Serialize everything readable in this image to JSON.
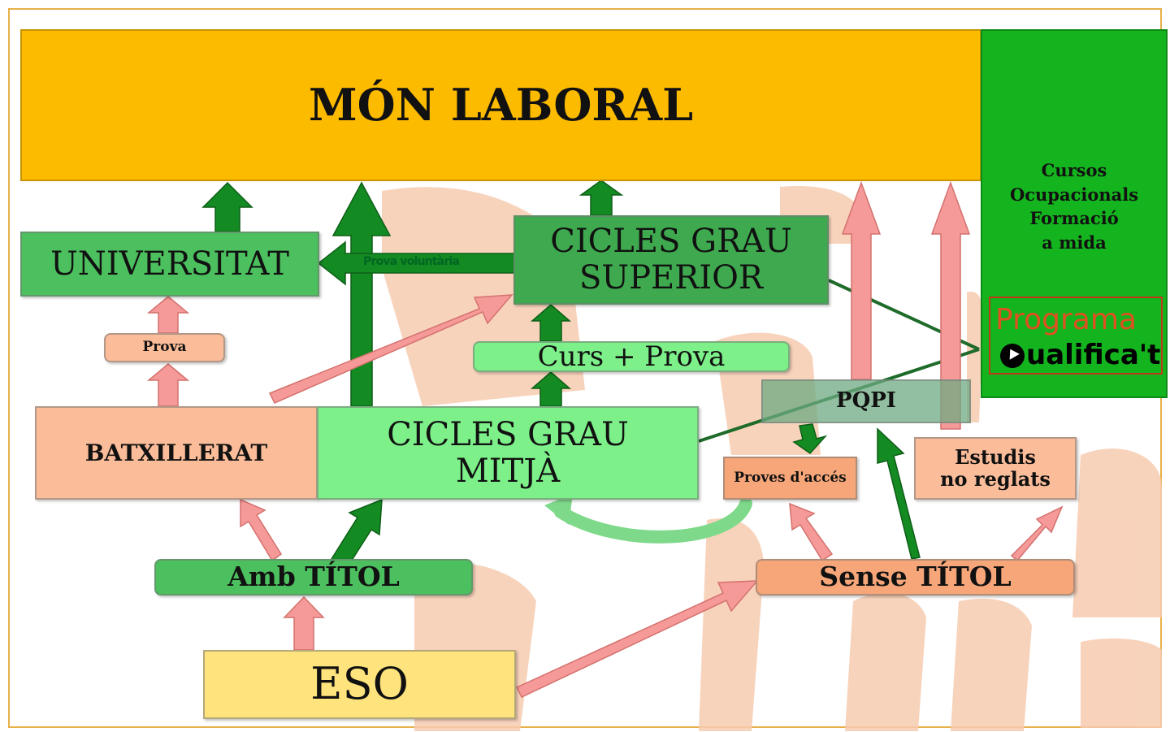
{
  "nodes": {
    "mon_laboral": "MÓN LABORAL",
    "side_panel": {
      "line1": "Cursos",
      "line2": "Ocupacionals",
      "line3": "Formació",
      "line4": "a mida",
      "programa": "Programa",
      "qualificat": "ualifica't"
    },
    "universitat": "UNIVERSITAT",
    "prova_voluntaria": "Prova voluntària",
    "cicles_superior": {
      "line1": "CICLES GRAU",
      "line2": "SUPERIOR"
    },
    "prova": "Prova",
    "curs_prova": "Curs +  Prova",
    "pqpi": "PQPI",
    "batxillerat": "BATXILLERAT",
    "cicles_mitja": {
      "line1": "CICLES GRAU",
      "line2": "MITJÀ"
    },
    "proves_acces": "Proves d'accés",
    "estudis": {
      "line1": "Estudis",
      "line2": "no reglats"
    },
    "amb_titol": "Amb TÍTOL",
    "sense_titol": "Sense TÍTOL",
    "eso": "ESO"
  },
  "colors": {
    "laboral": "#fdbb00",
    "side_green": "#14b41e",
    "mid_green": "#4cbf5e",
    "light_green": "#7df08a",
    "salmon": "#fbbc99",
    "salmon_dark": "#f6a679",
    "pink_arrow": "#f59a98",
    "dark_green_arrow": "#148a22",
    "eso_yellow": "#ffe37c",
    "pqpi_teal": "#8bbf9e"
  }
}
